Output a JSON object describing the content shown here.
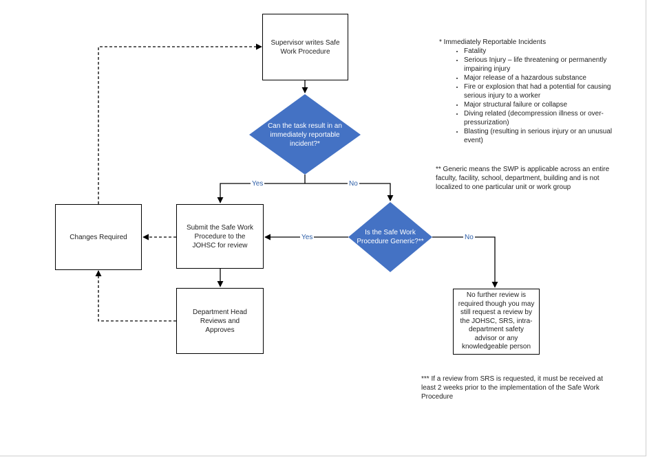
{
  "diagram": {
    "nodes": {
      "supervisor": "Supervisor writes Safe Work Procedure",
      "decision_reportable": "Can the task result in an immediately reportable incident?*",
      "submit": "Submit the Safe Work Procedure to the JOHSC for review",
      "changes": "Changes Required",
      "decision_generic": "Is the Safe Work Procedure Generic?**",
      "department": "Department Head Reviews and Approves",
      "no_further": "No further review is required though you may still request a review by the JOHSC, SRS, intra-department safety advisor or any knowledgeable person"
    },
    "edge_labels": {
      "yes1": "Yes",
      "no1": "No",
      "yes2": "Yes",
      "no2": "No"
    },
    "colors": {
      "decision_fill": "#4472c4",
      "edge_label": "#2e5fa8",
      "line": "#000000"
    }
  },
  "notes": {
    "reportable_heading": "* Immediately Reportable Incidents",
    "reportable_items": [
      "Fatality",
      "Serious Injury – life threatening or permanently impairing injury",
      "Major release of a hazardous substance",
      "Fire or explosion that had a potential for causing serious injury to a worker",
      "Major structural failure or collapse",
      "Diving related (decompression illness or over-pressurization)",
      "Blasting (resulting in serious injury or an unusual event)"
    ],
    "generic_note": "** Generic means the SWP is applicable across an entire faculty, facility, school, department, building and is not localized to one particular unit or work group",
    "srs_note": "*** If a review from SRS is requested, it must be received at least 2 weeks prior to the implementation of the Safe Work Procedure"
  }
}
